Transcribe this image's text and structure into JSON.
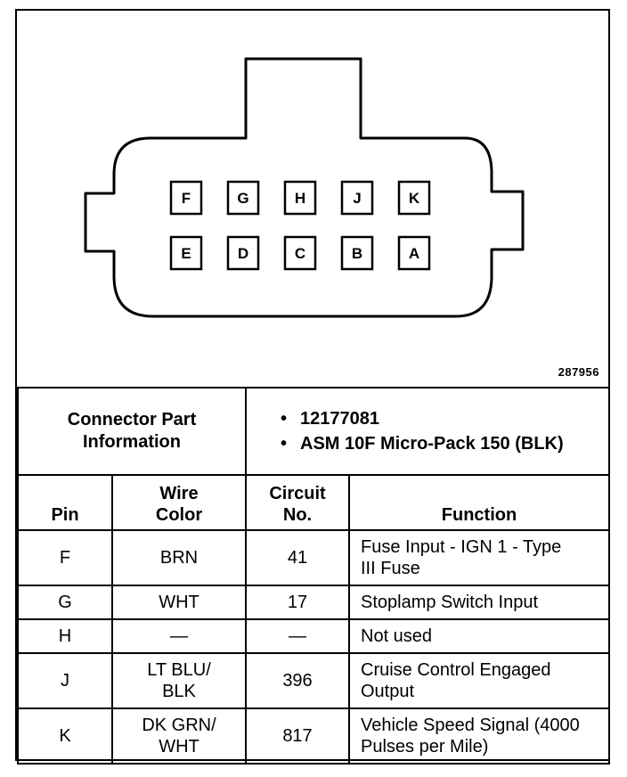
{
  "figure_number": "287956",
  "connector": {
    "pins_top_row": [
      "F",
      "G",
      "H",
      "J",
      "K"
    ],
    "pins_bottom_row": [
      "E",
      "D",
      "C",
      "B",
      "A"
    ]
  },
  "part_info": {
    "label": "Connector Part Information",
    "items": [
      "12177081",
      "ASM 10F Micro-Pack 150 (BLK)"
    ]
  },
  "table": {
    "headers": {
      "pin": "Pin",
      "wire_color": "Wire Color",
      "circuit_no": "Circuit No.",
      "function": "Function"
    },
    "rows": [
      {
        "pin": "F",
        "wire_color": "BRN",
        "circuit": "41",
        "function": "Fuse Input - IGN 1 - Type III Fuse"
      },
      {
        "pin": "G",
        "wire_color": "WHT",
        "circuit": "17",
        "function": "Stoplamp Switch Input"
      },
      {
        "pin": "H",
        "wire_color": "—",
        "circuit": "—",
        "function": "Not used"
      },
      {
        "pin": "J",
        "wire_color": "LT BLU/ BLK",
        "circuit": "396",
        "function": "Cruise Control Engaged Output"
      },
      {
        "pin": "K",
        "wire_color": "DK GRN/ WHT",
        "circuit": "817",
        "function": "Vehicle Speed Signal (4000 Pulses per Mile)"
      }
    ]
  }
}
